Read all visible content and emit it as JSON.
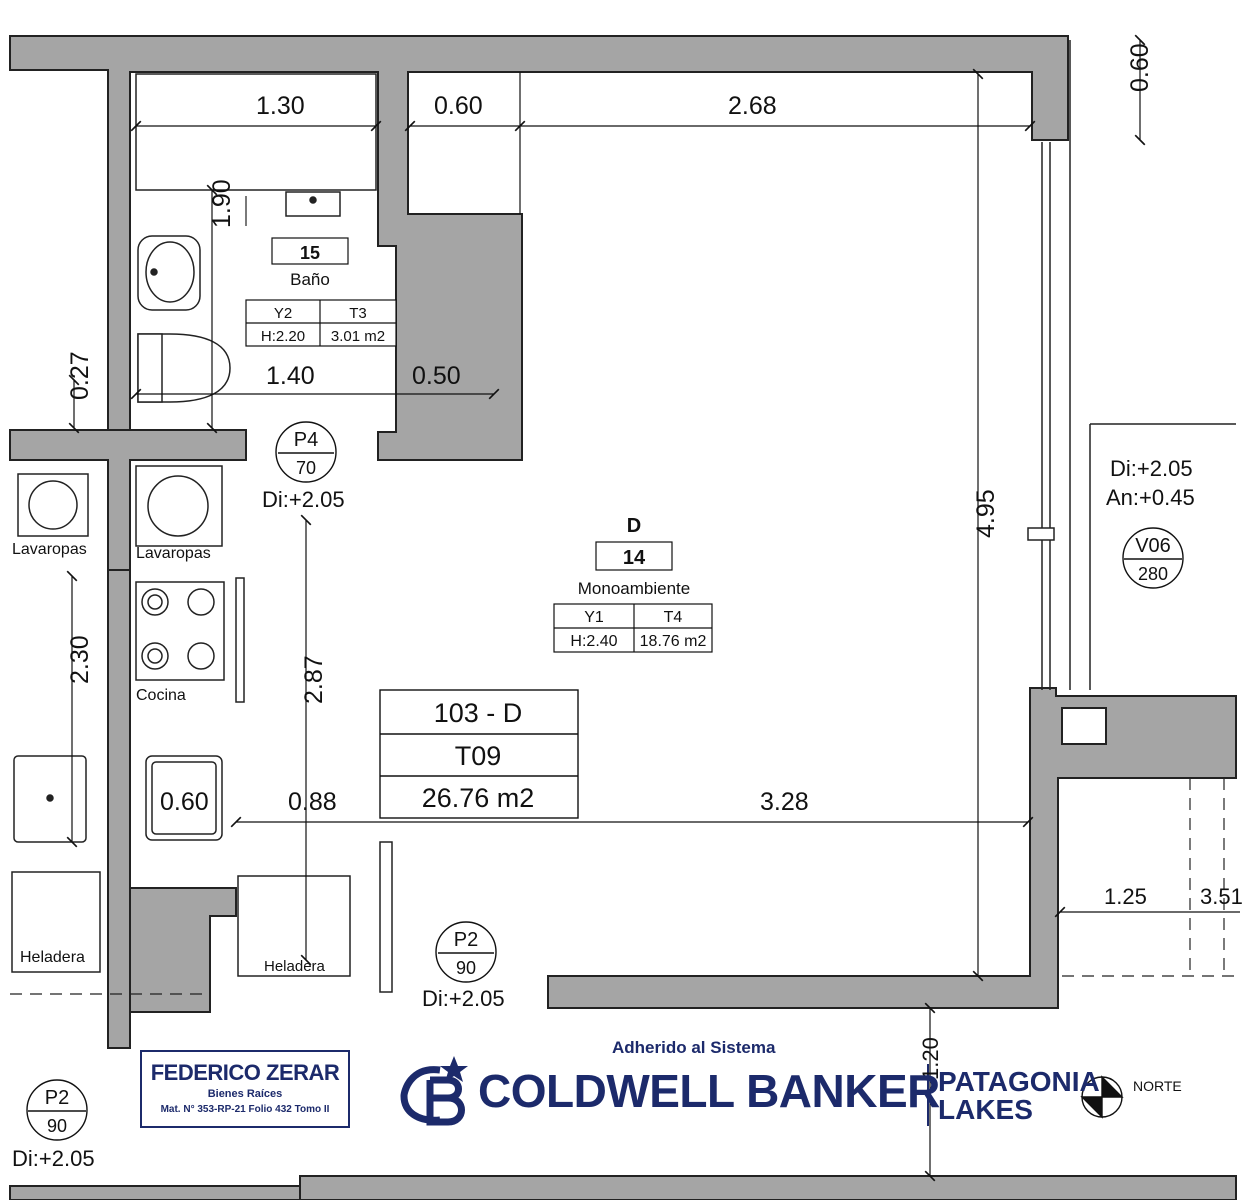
{
  "unit": {
    "code": "103 - D",
    "type": "T09",
    "area": "26.76 m2"
  },
  "rooms": {
    "bath": {
      "number": "15",
      "name": "Baño",
      "finish_a": "Y2",
      "finish_b": "T3",
      "height": "H:2.20",
      "area": "3.01 m2"
    },
    "main": {
      "letter": "D",
      "number": "14",
      "name": "Monoambiente",
      "finish_a": "Y1",
      "finish_b": "T4",
      "height": "H:2.40",
      "area": "18.76 m2"
    }
  },
  "dimensions": {
    "d130": "1.30",
    "d060_top": "0.60",
    "d268": "2.68",
    "d060_right": "0.60",
    "d190": "1.90",
    "d140": "1.40",
    "d050": "0.50",
    "d027": "0.27",
    "d495": "4.95",
    "d230": "2.30",
    "d287": "2.87",
    "d060_sink": "0.60",
    "d088": "0.88",
    "d328": "3.28",
    "d125": "1.25",
    "d351": "3.51",
    "d120": "1.20"
  },
  "fixtures": {
    "washer_left": "Lavaropas",
    "washer_main": "Lavaropas",
    "kitchen": "Cocina",
    "fridge_left": "Heladera",
    "fridge_main": "Heladera"
  },
  "doors": {
    "p4": {
      "code": "P4",
      "width": "70",
      "sill": "Di:+2.05"
    },
    "p2_main": {
      "code": "P2",
      "width": "90",
      "sill": "Di:+2.05"
    },
    "p2_corner": {
      "code": "P2",
      "width": "90",
      "sill": "Di:+2.05"
    }
  },
  "windows": {
    "v06": {
      "code": "V06",
      "width": "280",
      "sill": "Di:+2.05",
      "height": "An:+0.45"
    }
  },
  "branding": {
    "architect_name": "FEDERICO ZERAR",
    "architect_role": "Bienes Raíces",
    "architect_reg": "Mat. N° 353-RP-21 Folio 432 Tomo II",
    "adherido": "Adherido al Sistema",
    "coldwell": "COLDWELL BANKER",
    "patagonia_1": "PATAGONIA",
    "patagonia_2": "LAKES",
    "north": "NORTE"
  },
  "colors": {
    "wall": "#a5a5a5",
    "wall_stroke": "#222222",
    "brand": "#1c2a6b"
  }
}
